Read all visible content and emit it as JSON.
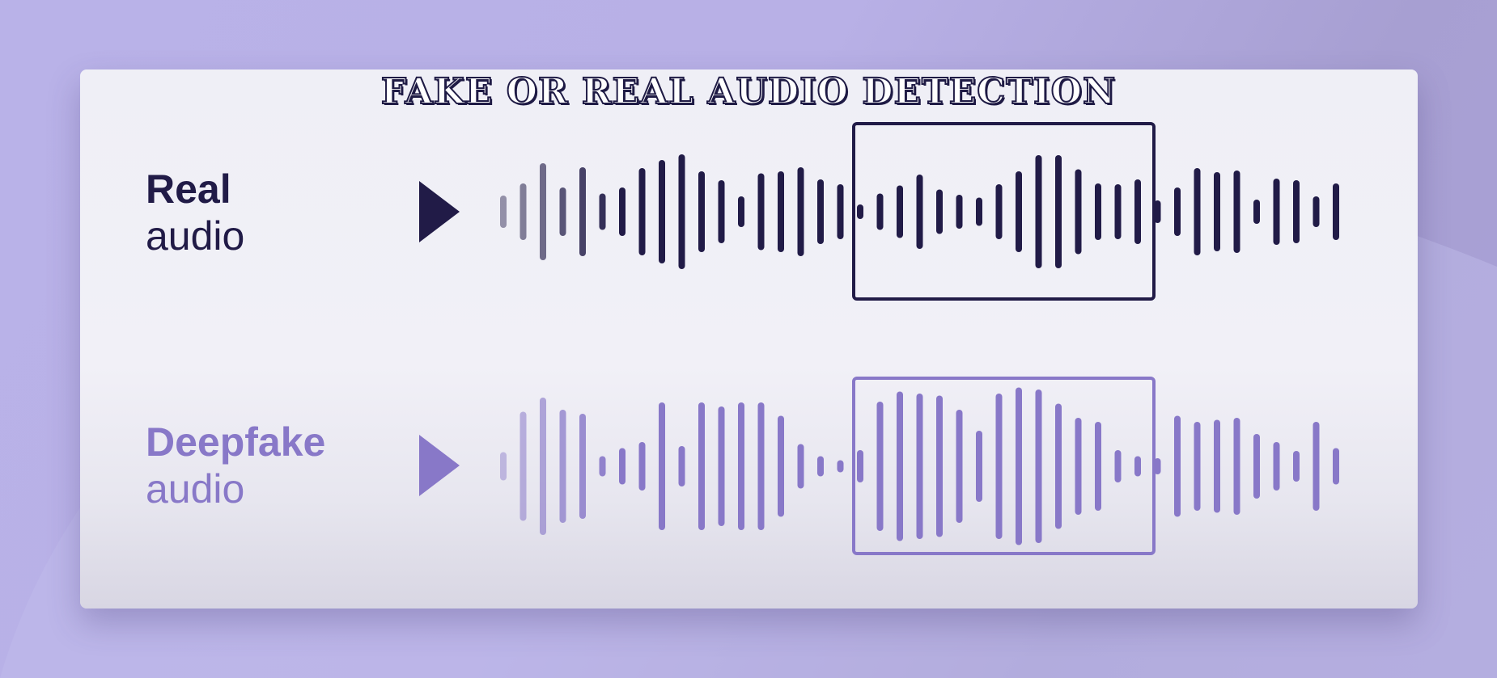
{
  "title": "FAKE OR REAL AUDIO DETECTION",
  "real": {
    "label_strong": "Real",
    "label_light": "audio",
    "color": "#211b47",
    "play_icon": "play-icon",
    "heights": [
      40,
      70,
      120,
      60,
      110,
      45,
      60,
      108,
      128,
      142,
      100,
      78,
      38,
      95,
      100,
      110,
      80,
      68,
      18,
      45,
      65,
      92,
      55,
      42,
      35,
      68,
      100,
      140,
      140,
      105,
      70,
      68,
      80,
      28,
      60,
      108,
      98,
      102,
      30,
      82,
      78,
      38,
      70
    ]
  },
  "fake": {
    "label_strong": "Deepfake",
    "label_light": "audio",
    "color": "#8878c8",
    "play_icon": "play-icon",
    "heights": [
      35,
      135,
      170,
      140,
      130,
      25,
      45,
      60,
      158,
      50,
      158,
      148,
      158,
      158,
      125,
      55,
      25,
      15,
      40,
      160,
      185,
      180,
      175,
      140,
      88,
      180,
      195,
      190,
      155,
      120,
      110,
      40,
      25,
      20,
      125,
      110,
      115,
      120,
      80,
      60,
      38,
      110,
      45
    ]
  }
}
